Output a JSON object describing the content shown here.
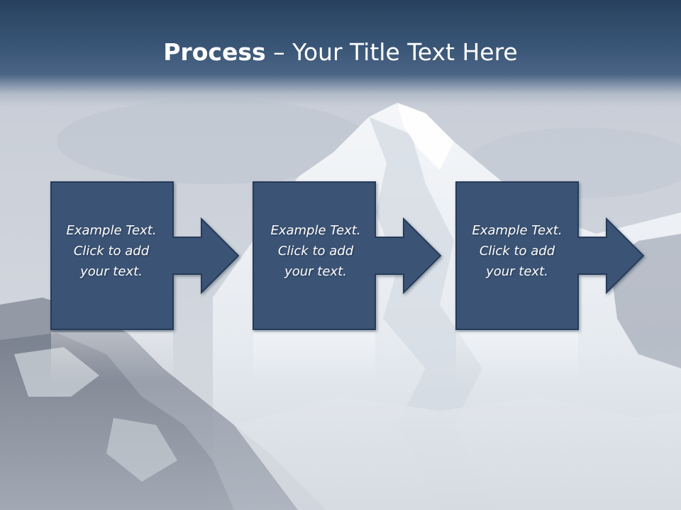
{
  "slide": {
    "title_bold": "Process",
    "title_rest": " – Your Title Text Here"
  },
  "steps": [
    {
      "lines": [
        "Example Text.",
        "Click  to add",
        "your text."
      ]
    },
    {
      "lines": [
        "Example Text.",
        "Click  to add",
        "your text."
      ]
    },
    {
      "lines": [
        "Example Text.",
        "Click  to add",
        "your text."
      ]
    }
  ],
  "colors": {
    "box_fill": "#3b5275",
    "box_stroke": "#253a58",
    "title_bar": "#2f4a6b"
  }
}
